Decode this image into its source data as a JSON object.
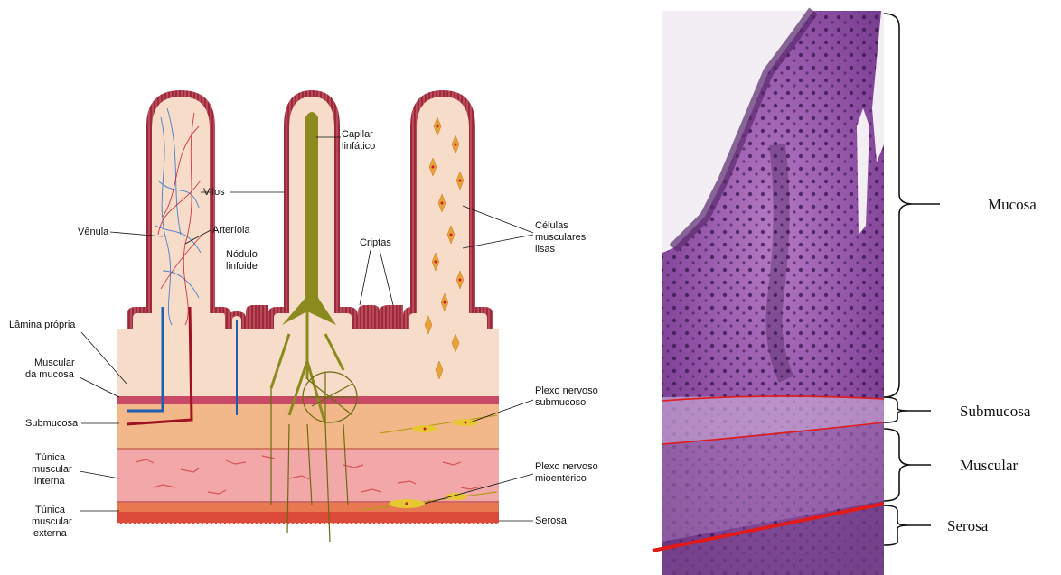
{
  "diagram_labels": {
    "capilar_linfatico": [
      "Capilar",
      "linfático"
    ],
    "vilos": "Vilos",
    "venula": "Vênula",
    "arteriola": "Arteríola",
    "nodulo_linfoide": [
      "Nódulo",
      "linfoide"
    ],
    "criptas": "Criptas",
    "celulas_musculares_lisas": [
      "Células",
      "musculares",
      "lisas"
    ],
    "lamina_propria": "Lâmina própria",
    "muscular_da_mucosa": [
      "Muscular",
      "da mucosa"
    ],
    "submucosa": "Submucosa",
    "tunica_muscular_interna": [
      "Túnica",
      "muscular",
      "interna"
    ],
    "tunica_muscular_externa": [
      "Túnica",
      "muscular",
      "externa"
    ],
    "plexo_submucoso": [
      "Plexo nervoso",
      "submucoso"
    ],
    "plexo_mioenterico": [
      "Plexo nervoso",
      "mioentérico"
    ],
    "serosa": "Serosa"
  },
  "histology_labels": {
    "mucosa": "Mucosa",
    "submucosa": "Submucosa",
    "muscular": "Muscular",
    "serosa": "Serosa"
  },
  "colors": {
    "epithelium": "#9c2a3a",
    "lamina": "#f7dcc9",
    "submucosa_layer": "#f3b889",
    "muscle_inner": "#f2a8a8",
    "muscle_outer": "#dc4a3a",
    "lymph": "#8a8a1e",
    "nerve": "#e8c832",
    "stain": "#8e4fa3",
    "boundary_line": "#e11a1a"
  }
}
